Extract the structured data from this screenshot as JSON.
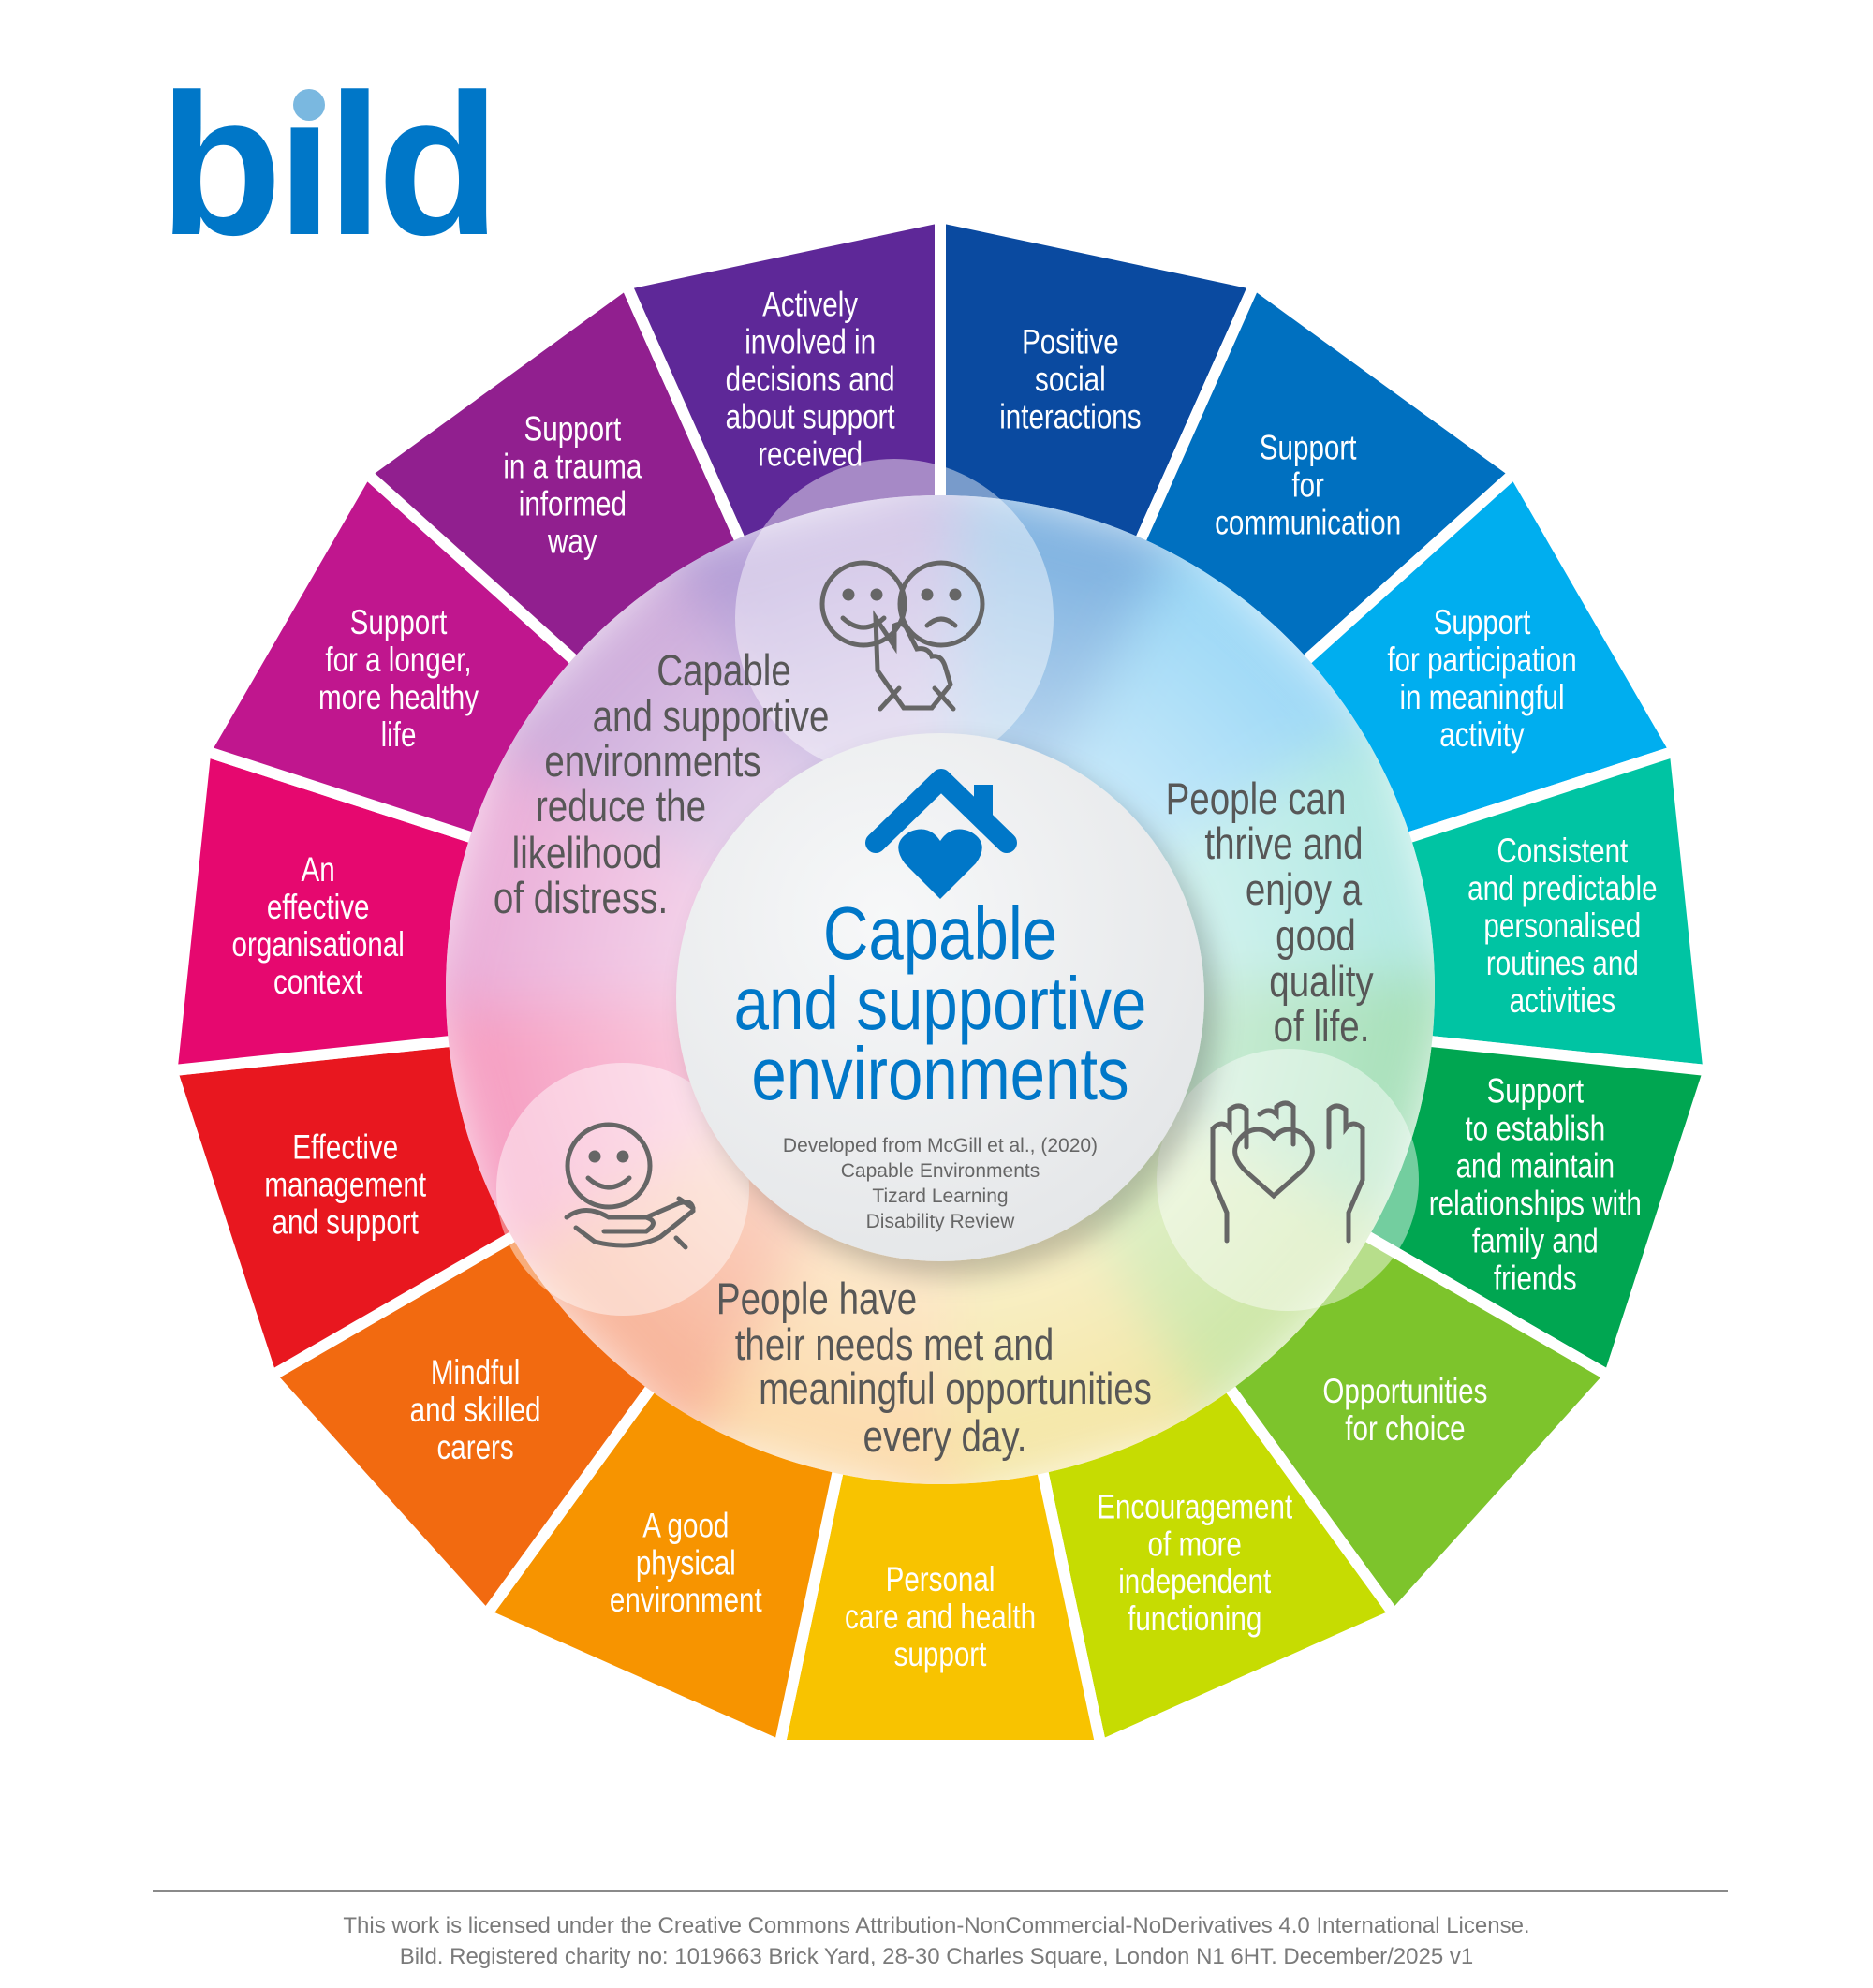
{
  "logo": {
    "text": "bild",
    "color": "#0077c8",
    "dot_color": "#7ab8e0"
  },
  "segments": [
    {
      "lines": [
        "Positive",
        "social",
        "interactions"
      ],
      "color": "#0a4aa0"
    },
    {
      "lines": [
        "Support",
        "for",
        "communication"
      ],
      "color": "#0070c0"
    },
    {
      "lines": [
        "Support",
        "for participation",
        "in meaningful",
        "activity"
      ],
      "color": "#00aeef"
    },
    {
      "lines": [
        "Consistent",
        "and predictable",
        "personalised",
        "routines and",
        "activities"
      ],
      "color": "#00c4a3"
    },
    {
      "lines": [
        "Support",
        "to establish",
        "and maintain",
        "relationships with",
        "family and",
        "friends"
      ],
      "color": "#00a651"
    },
    {
      "lines": [
        "Opportunities",
        "for choice"
      ],
      "color": "#7dc42c"
    },
    {
      "lines": [
        "Encouragement",
        "of more",
        "independent",
        "functioning"
      ],
      "color": "#c6dc02"
    },
    {
      "lines": [
        "Personal",
        "care and health",
        "support"
      ],
      "color": "#f8c300"
    },
    {
      "lines": [
        "A good",
        "physical",
        "environment"
      ],
      "color": "#f79400"
    },
    {
      "lines": [
        "Mindful",
        "and skilled",
        "carers"
      ],
      "color": "#f26a10"
    },
    {
      "lines": [
        "Effective",
        "management",
        "and support"
      ],
      "color": "#e8171f"
    },
    {
      "lines": [
        "An",
        "effective",
        "organisational",
        "context"
      ],
      "color": "#e6086f"
    },
    {
      "lines": [
        "Support",
        "for a longer,",
        "more healthy",
        "life"
      ],
      "color": "#c0168e"
    },
    {
      "lines": [
        "Support",
        "in a trauma",
        "informed",
        "way"
      ],
      "color": "#911f8f"
    },
    {
      "lines": [
        "Actively",
        "involved in",
        "decisions and",
        "about support",
        "received"
      ],
      "color": "#5e2898"
    }
  ],
  "ring": {
    "distress": [
      "Capable",
      "and supportive",
      "environments",
      "reduce the",
      "likelihood",
      "of distress."
    ],
    "thrive": [
      "People can",
      "thrive and",
      "enjoy a",
      "good",
      "quality",
      "of life."
    ],
    "needs": [
      "People have",
      "their needs met and",
      "meaningful opportunities",
      "every day."
    ]
  },
  "center": {
    "title": [
      "Capable",
      "and supportive",
      "environments"
    ],
    "citation": [
      "Developed from McGill et al., (2020)",
      "Capable Environments",
      "Tizard Learning",
      "Disability Review"
    ],
    "accent": "#0077c8"
  },
  "footer": {
    "line1": "This work is licensed under the Creative Commons Attribution-NonCommercial-NoDerivatives 4.0 International License.",
    "line2": "Bild. Registered charity no: 1019663 Brick Yard, 28-30 Charles Square, London N1 6HT. December/2025 v1"
  }
}
